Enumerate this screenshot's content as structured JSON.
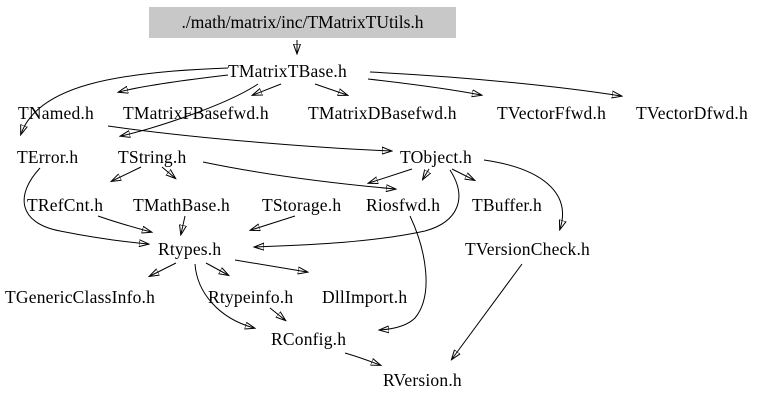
{
  "diagram": {
    "type": "include-dependency-graph",
    "root": {
      "label": "./math/matrix/inc/TMatrixTUtils.h",
      "bg_color": "#c8c8c8"
    },
    "nodes": [
      {
        "label": "TMatrixTBase.h"
      },
      {
        "label": "TNamed.h"
      },
      {
        "label": "TMatrixFBasefwd.h"
      },
      {
        "label": "TMatrixDBasefwd.h"
      },
      {
        "label": "TVectorFfwd.h"
      },
      {
        "label": "TVectorDfwd.h"
      },
      {
        "label": "TError.h"
      },
      {
        "label": "TString.h"
      },
      {
        "label": "TObject.h"
      },
      {
        "label": "TRefCnt.h"
      },
      {
        "label": "TMathBase.h"
      },
      {
        "label": "TStorage.h"
      },
      {
        "label": "Riosfwd.h"
      },
      {
        "label": "TBuffer.h"
      },
      {
        "label": "Rtypes.h"
      },
      {
        "label": "TVersionCheck.h"
      },
      {
        "label": "TGenericClassInfo.h"
      },
      {
        "label": "Rtypeinfo.h"
      },
      {
        "label": "DllImport.h"
      },
      {
        "label": "RConfig.h"
      },
      {
        "label": "RVersion.h"
      }
    ],
    "edges": [
      {
        "from": "./math/matrix/inc/TMatrixTUtils.h",
        "to": "TMatrixTBase.h"
      },
      {
        "from": "TMatrixTBase.h",
        "to": "TNamed.h"
      },
      {
        "from": "TMatrixTBase.h",
        "to": "TError.h"
      },
      {
        "from": "TMatrixTBase.h",
        "to": "TString.h"
      },
      {
        "from": "TMatrixTBase.h",
        "to": "TMatrixFBasefwd.h"
      },
      {
        "from": "TMatrixTBase.h",
        "to": "TMatrixDBasefwd.h"
      },
      {
        "from": "TMatrixTBase.h",
        "to": "TVectorFfwd.h"
      },
      {
        "from": "TMatrixTBase.h",
        "to": "TVectorDfwd.h"
      },
      {
        "from": "TNamed.h",
        "to": "TObject.h"
      },
      {
        "from": "TString.h",
        "to": "TRefCnt.h"
      },
      {
        "from": "TString.h",
        "to": "TMathBase.h"
      },
      {
        "from": "TString.h",
        "to": "Riosfwd.h"
      },
      {
        "from": "TObject.h",
        "to": "TStorage.h"
      },
      {
        "from": "TObject.h",
        "to": "Riosfwd.h"
      },
      {
        "from": "TObject.h",
        "to": "TBuffer.h"
      },
      {
        "from": "TObject.h",
        "to": "TVersionCheck.h"
      },
      {
        "from": "TObject.h",
        "to": "Rtypes.h"
      },
      {
        "from": "TError.h",
        "to": "Rtypes.h"
      },
      {
        "from": "TRefCnt.h",
        "to": "Rtypes.h"
      },
      {
        "from": "TMathBase.h",
        "to": "Rtypes.h"
      },
      {
        "from": "TStorage.h",
        "to": "Rtypes.h"
      },
      {
        "from": "Rtypes.h",
        "to": "TGenericClassInfo.h"
      },
      {
        "from": "Rtypes.h",
        "to": "Rtypeinfo.h"
      },
      {
        "from": "Rtypes.h",
        "to": "DllImport.h"
      },
      {
        "from": "Rtypes.h",
        "to": "RConfig.h"
      },
      {
        "from": "Rtypeinfo.h",
        "to": "RConfig.h"
      },
      {
        "from": "Riosfwd.h",
        "to": "RConfig.h"
      },
      {
        "from": "RConfig.h",
        "to": "RVersion.h"
      },
      {
        "from": "TVersionCheck.h",
        "to": "RVersion.h"
      }
    ]
  }
}
